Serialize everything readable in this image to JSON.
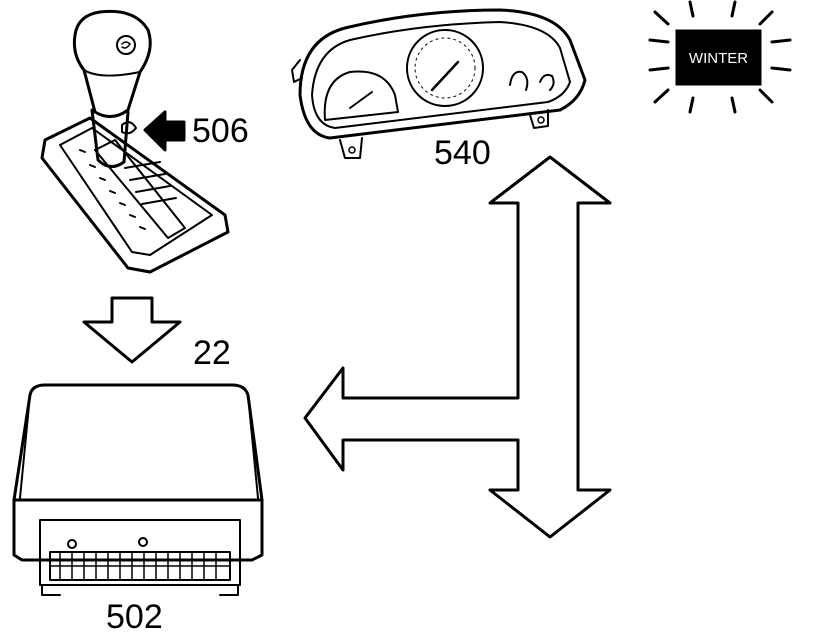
{
  "labels": {
    "gear_selector": "506",
    "instrument_cluster": "540",
    "signal": "22",
    "control_module": "502"
  },
  "indicator": {
    "text": "WINTER"
  },
  "colors": {
    "line": "#000000",
    "background": "#ffffff",
    "lamp_fill": "#000000",
    "lamp_text": "#ffffff"
  }
}
